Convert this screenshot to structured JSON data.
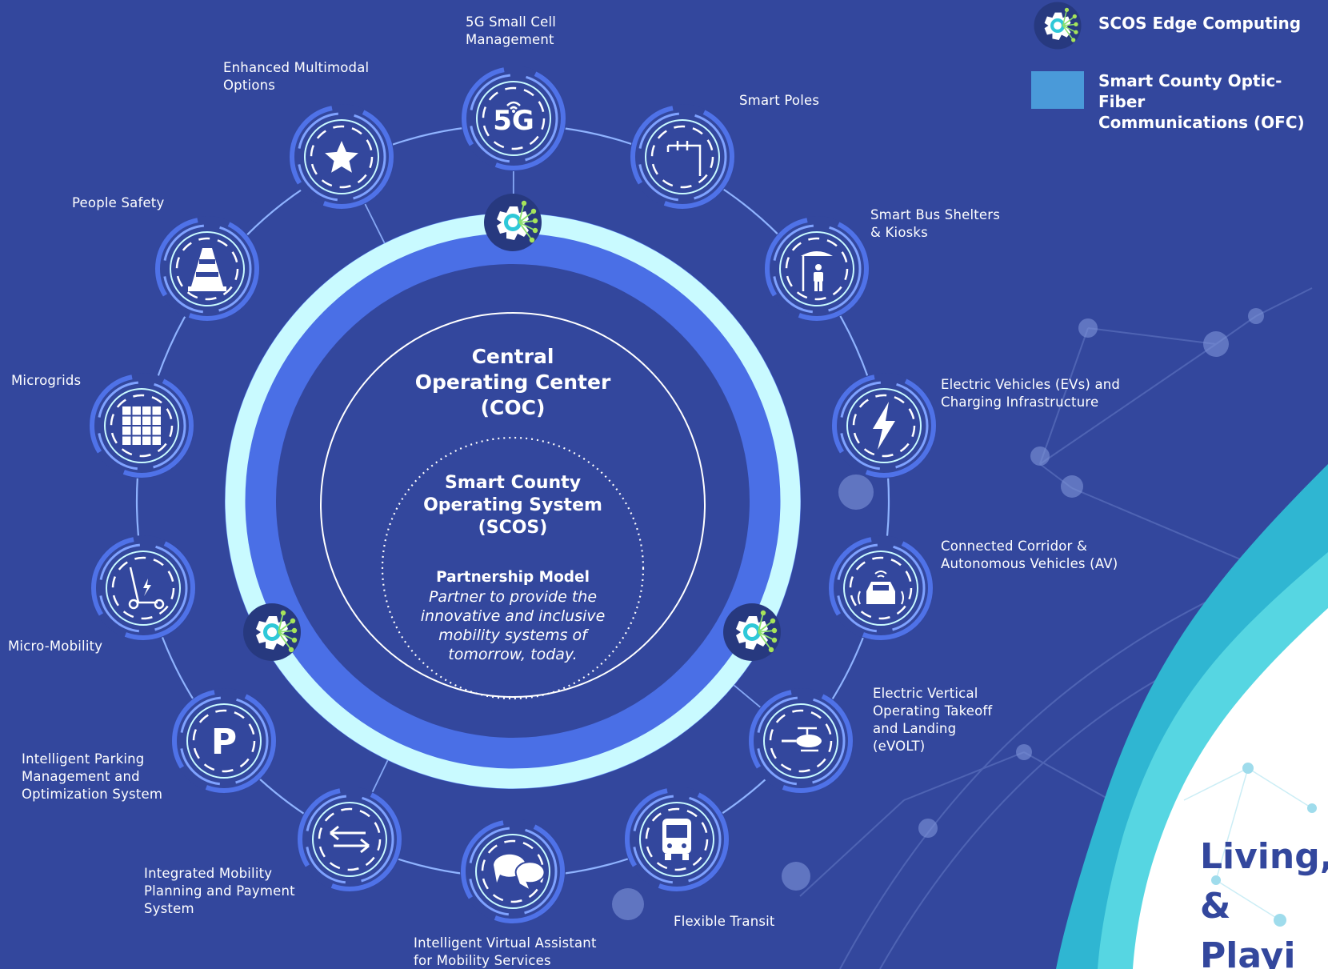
{
  "legend": {
    "edge_computing": "SCOS Edge Computing",
    "optic_fiber": "Smart County Optic-Fiber\nCommunications (OFC)"
  },
  "center": {
    "coc": "Central\nOperating Center\n(COC)",
    "scos": "Smart County\nOperating System\n(SCOS)",
    "partnership_title": "Partnership Model",
    "partnership_text": "Partner to provide the\ninnovative and inclusive\nmobility systems of\ntomorrow, today."
  },
  "nodes": [
    {
      "label": "5G Small Cell\nManagement",
      "icon": "5g-icon"
    },
    {
      "label": "Smart Poles",
      "icon": "smart-pole-icon"
    },
    {
      "label": "Smart Bus Shelters\n& Kiosks",
      "icon": "bus-shelter-icon"
    },
    {
      "label": "Electric Vehicles (EVs) and\nCharging Infrastructure",
      "icon": "lightning-bolt-icon"
    },
    {
      "label": "Connected Corridor &\nAutonomous Vehicles (AV)",
      "icon": "autonomous-car-icon"
    },
    {
      "label": "Electric Vertical\nOperating Takeoff\nand Landing\n(eVOLT)",
      "icon": "helicopter-icon"
    },
    {
      "label": "Flexible Transit",
      "icon": "bus-icon"
    },
    {
      "label": "Intelligent Virtual Assistant\nfor Mobility Services",
      "icon": "chat-bubbles-icon"
    },
    {
      "label": "Integrated Mobility\nPlanning and Payment\nSystem",
      "icon": "exchange-arrows-icon"
    },
    {
      "label": "Intelligent Parking\nManagement and\nOptimization System",
      "icon": "parking-icon"
    },
    {
      "label": "Micro-Mobility",
      "icon": "scooter-icon"
    },
    {
      "label": "Microgrids",
      "icon": "solar-grid-icon"
    },
    {
      "label": "People Safety",
      "icon": "traffic-cone-icon"
    },
    {
      "label": "Enhanced Multimodal\nOptions",
      "icon": "star-icon"
    }
  ],
  "slogan": "Living,\n& Playi",
  "colors": {
    "background": "#33479d",
    "outer_ring": "#5b82f3",
    "light_band": "#c9faff",
    "line": "#8fb3ff",
    "legend_fiber": "#4a9ad9",
    "teal": "#2fc8d8"
  }
}
